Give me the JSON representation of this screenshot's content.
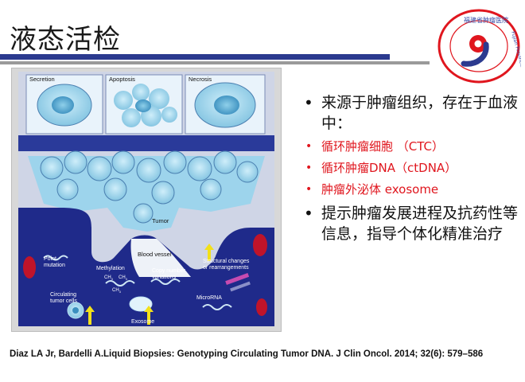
{
  "title": "液态活检",
  "logo": {
    "text_top": "福建省肿瘤医院",
    "text_side": "Fujian Provincial Cancer Hospital"
  },
  "figure": {
    "labels": {
      "secretion": "Secretion",
      "apoptosis": "Apoptosis",
      "necrosis": "Necrosis",
      "tumor": "Tumor",
      "blood_vessel": "Blood vessel",
      "point_mutation": "Point\nmutation",
      "methylation": "Methylation",
      "ch3_a": "CH",
      "ch3_b": "CH",
      "ch3_c": "CH",
      "copy_number": "Copy number\nvariations",
      "structural": "Structural changes\nor rearrangements",
      "circulating_tumor_cells": "Circulating\ntumor cells",
      "microrna": "MicroRNA",
      "exosome": "Exosome"
    }
  },
  "bullets": [
    {
      "text": "来源于肿瘤组织，存在于血液中：",
      "level": 1
    },
    {
      "text": "循环肿瘤细胞 （CTC）",
      "level": 2
    },
    {
      "text": "循环肿瘤DNA（ctDNA）",
      "level": 2
    },
    {
      "text": "肿瘤外泌体 exosome",
      "level": 2
    },
    {
      "text": "提示肿瘤发展进程及抗药性等信息，指导个体化精准治疗",
      "level": 1
    }
  ],
  "citation": "Diaz LA Jr, Bardelli A.Liquid Biopsies: Genotyping Circulating Tumor DNA. J Clin Oncol. 2014; 32(6): 579–586",
  "colors": {
    "accent_blue": "#2b3a8f",
    "accent_red": "#e0161e",
    "vessel_dark": "#1f2a8a"
  }
}
